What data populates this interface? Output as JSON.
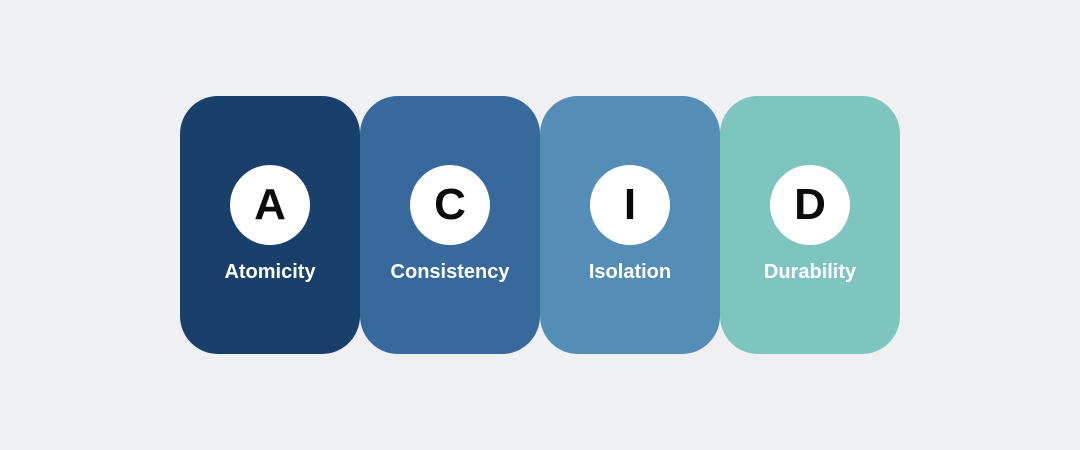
{
  "page": {
    "background_color": "#eef0f2"
  },
  "theme": {
    "circle_background": "#ffffff",
    "letter_color": "#0b0b0b",
    "label_color": "#ffffff"
  },
  "cards": [
    {
      "letter": "A",
      "label": "Atomicity",
      "color": "#18406b"
    },
    {
      "letter": "C",
      "label": "Consistency",
      "color": "#38699d"
    },
    {
      "letter": "I",
      "label": "Isolation",
      "color": "#548db5"
    },
    {
      "letter": "D",
      "label": "Durability",
      "color": "#7ec5c0"
    }
  ]
}
